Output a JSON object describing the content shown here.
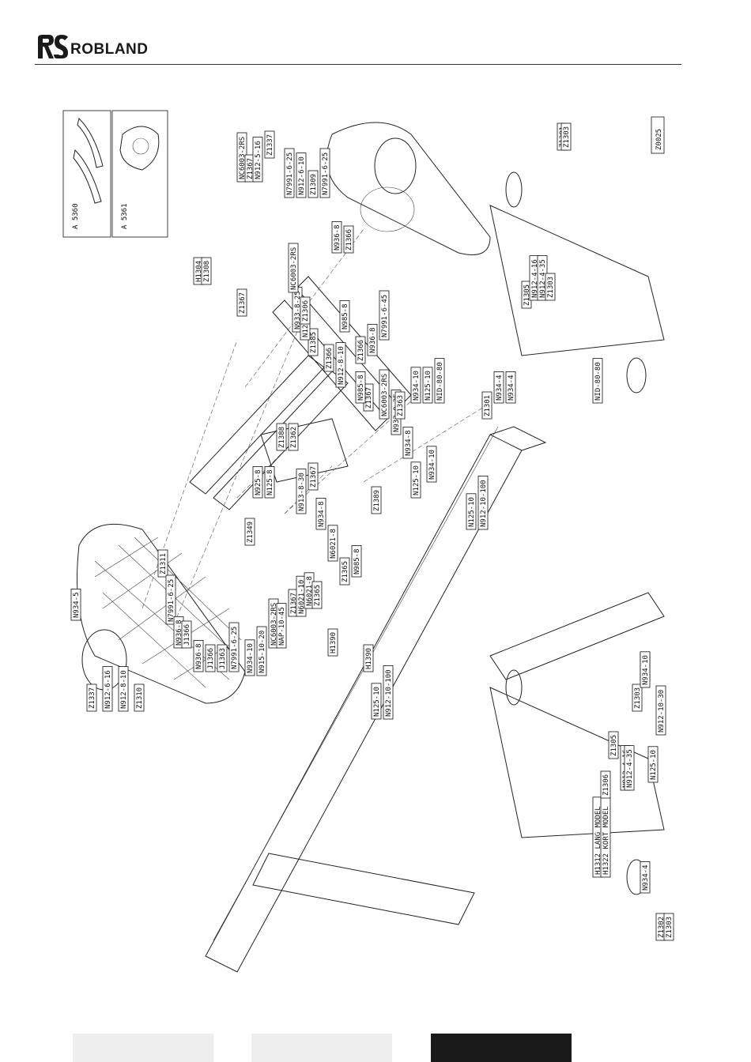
{
  "header": {
    "brand": "ROBLAND"
  },
  "diagram": {
    "drawing_code": "Z0025",
    "options": [
      "A 5360",
      "A 5361"
    ],
    "labels": [
      "N934-5",
      "Z1337",
      "N912-6-16",
      "N912-8-10",
      "Z1310",
      "Z1311",
      "N7991-6-25",
      "N936-8",
      "J1366",
      "N936-8",
      "J1366",
      "J1363",
      "N7991-6-25",
      "N934-10",
      "N915-10-20",
      "NC6003-2RS",
      "NAP-10-45",
      "Z1367",
      "N6021-10",
      "N6021-8",
      "Z1365",
      "H1390",
      "Z1349",
      "N925-8",
      "N125-8",
      "Z1388",
      "Z1362",
      "N913-8-30",
      "Z1367",
      "N934-8",
      "N6021-8",
      "Z1365",
      "N985-8",
      "H1390",
      "N125-10",
      "N912-10-100",
      "Z1389",
      "N125-10",
      "N934-10",
      "N934-8",
      "N933-8-35",
      "NC6003-2RS",
      "Z1367",
      "N985-8",
      "N912-8-10",
      "Z1366",
      "N985-8",
      "Z1385",
      "N933-8-25",
      "N125-8",
      "Z1306",
      "NC6003-2RS",
      "Z1367",
      "H1304",
      "Z1308",
      "NC6003-2RS",
      "Z1367",
      "N912-5-16",
      "Z1337",
      "N7991-6-25",
      "N912-6-10",
      "Z1309",
      "N7991-6-25",
      "N936-8",
      "Z1366",
      "Z1366",
      "N936-8",
      "N7991-6-45",
      "Z1363",
      "N934-10",
      "N125-10",
      "NID-80-80",
      "N125-10",
      "N912-10-100",
      "Z1301",
      "N934-4",
      "N934-4",
      "Z1305",
      "N912-4-16",
      "N912-4-35",
      "Z1303",
      "Z1301",
      "Z1303",
      "NID-80-80",
      "H1312  LANG MODEL",
      "H1322  KORT MODEL",
      "Z1306",
      "Z1305",
      "N912-4-16",
      "N912-4-35",
      "Z1303",
      "Z1301",
      "N934-10",
      "N125-10",
      "N912-10-30",
      "N934-4",
      "Z1302",
      "Z1303"
    ]
  }
}
